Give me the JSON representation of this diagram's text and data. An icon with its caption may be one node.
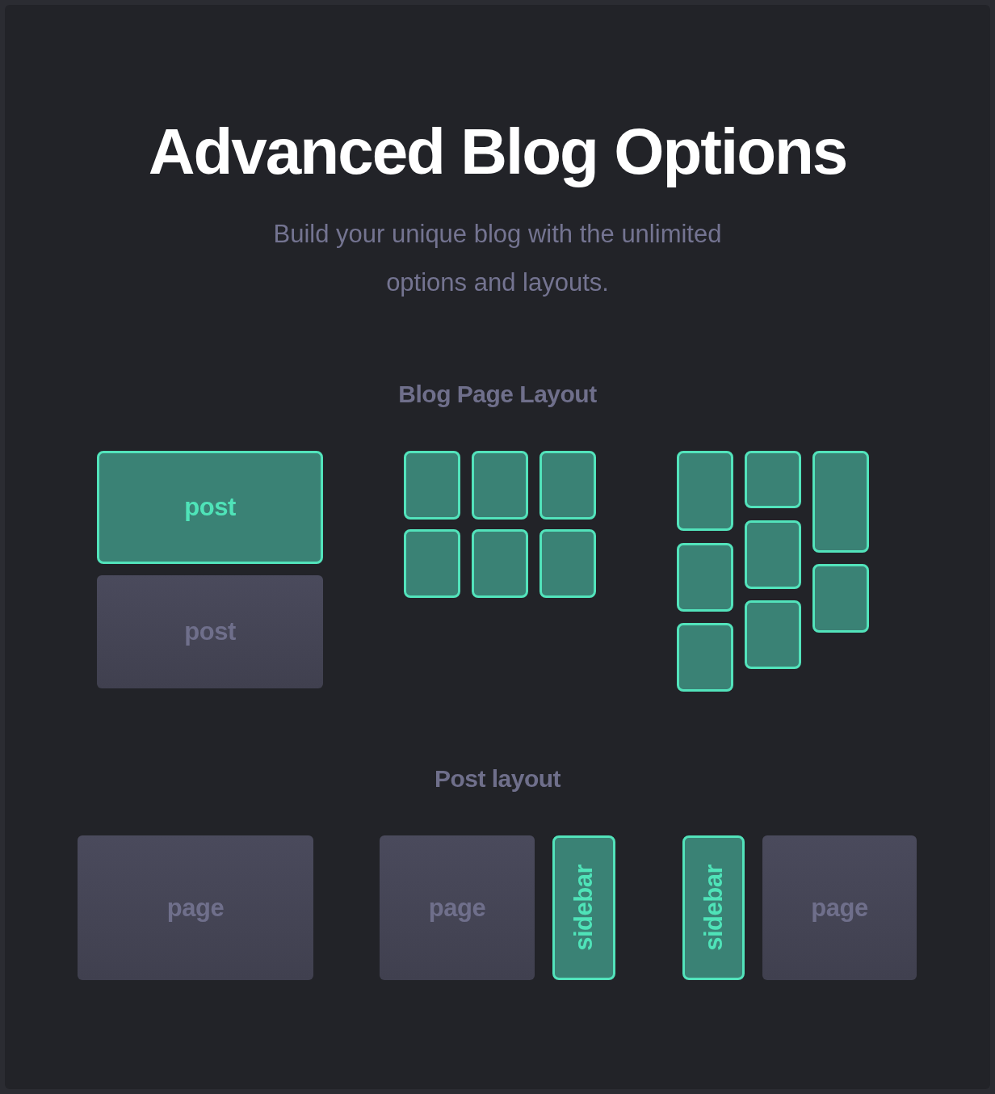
{
  "diagram": {
    "title": "Advanced Blog Options",
    "nodes": [
      {
        "text": [
          "post"
        ]
      },
      {
        "text": [
          "post"
        ]
      },
      {
        "text": [],
        "shape": "box"
      },
      {
        "text": [],
        "shape": "box"
      },
      {
        "text": [],
        "shape": "box"
      },
      {
        "text": [],
        "shape": "box"
      },
      {
        "text": [],
        "shape": "box"
      },
      {
        "text": [],
        "shape": "box"
      },
      {
        "text": [],
        "shape": "box"
      },
      {
        "text": [],
        "shape": "box"
      },
      {
        "text": [],
        "shape": "box"
      },
      {
        "text": [],
        "shape": "box"
      },
      {
        "text": [],
        "shape": "box"
      },
      {
        "text": [],
        "shape": "box"
      },
      {
        "text": [],
        "shape": "box"
      },
      {
        "text": [],
        "shape": "box"
      },
      {
        "text": [
          "page"
        ]
      },
      {
        "text": [
          "page"
        ]
      },
      {
        "text": [
          "sidebar"
        ]
      },
      {
        "text": [
          "sidebar"
        ]
      },
      {
        "text": [
          "page"
        ]
      }
    ],
    "labels": [
      "Build your unique blog with the unlimited options and layouts.",
      "Blog Page Layout",
      "Post layout"
    ]
  }
}
